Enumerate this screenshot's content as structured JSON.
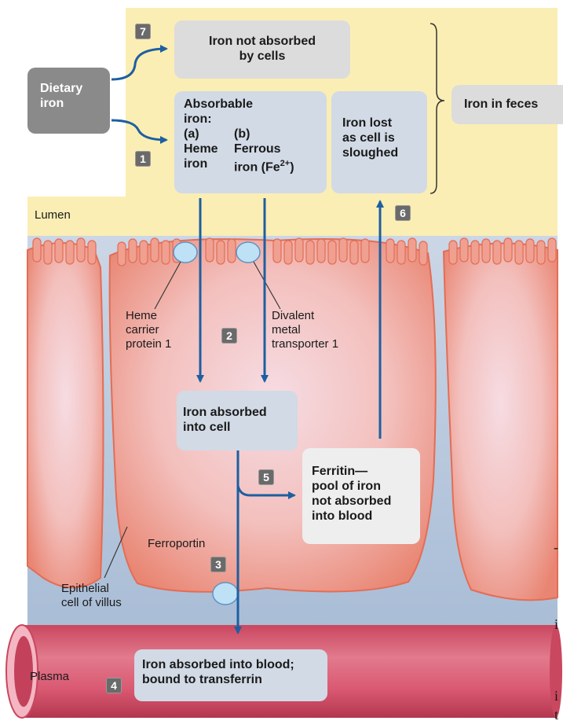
{
  "steps": [
    "1",
    "2",
    "3",
    "4",
    "5",
    "6",
    "7"
  ],
  "dietary_iron": {
    "line1": "Dietary",
    "line2": "iron"
  },
  "not_absorbed": {
    "line1": "Iron not absorbed",
    "line2": "by cells"
  },
  "absorbable": {
    "line1": "Absorbable",
    "line2": "iron:",
    "a_label": "(a)",
    "a_line1": "Heme",
    "a_line2": "iron",
    "b_label": "(b)",
    "b_line1": "Ferrous",
    "b_line2_prefix": "iron (Fe",
    "b_superscript": "2+",
    "b_line2_suffix": ")"
  },
  "iron_lost": {
    "line1": "Iron lost",
    "line2": "as cell is",
    "line3": "sloughed"
  },
  "iron_in_feces": "Iron in feces",
  "lumen_label": "Lumen",
  "heme_carrier": {
    "line1": "Heme",
    "line2": "carrier",
    "line3": "protein 1"
  },
  "divalent": {
    "line1": "Divalent",
    "line2": "metal",
    "line3": "transporter 1"
  },
  "absorbed_cell": {
    "line1": "Iron absorbed",
    "line2": "into cell"
  },
  "ferritin": {
    "line1": "Ferritin—",
    "line2": "pool of iron",
    "line3": "not absorbed",
    "line4": "into blood"
  },
  "ferroportin_label": "Ferroportin",
  "epithelial": {
    "line1": "Epithelial",
    "line2": "cell of villus"
  },
  "plasma_label": "Plasma",
  "absorbed_blood": {
    "line1": "Iron absorbed into blood;",
    "line2": "bound to transferrin"
  },
  "margin_text": [
    "-",
    "i",
    "i",
    "t"
  ],
  "colors": {
    "lumen": "#fbeeb4",
    "cell": "#f4b3a6",
    "cell_edge": "#e36d55",
    "interstitial": "#c4d0e1",
    "blood_vessel": "#d95871",
    "arrow": "#1d5fa0",
    "label_box": "#d2dae6",
    "grey_box": "#dcdcdc",
    "dark_box": "#8a8a8a",
    "step_badge": "#6a6a6a"
  }
}
